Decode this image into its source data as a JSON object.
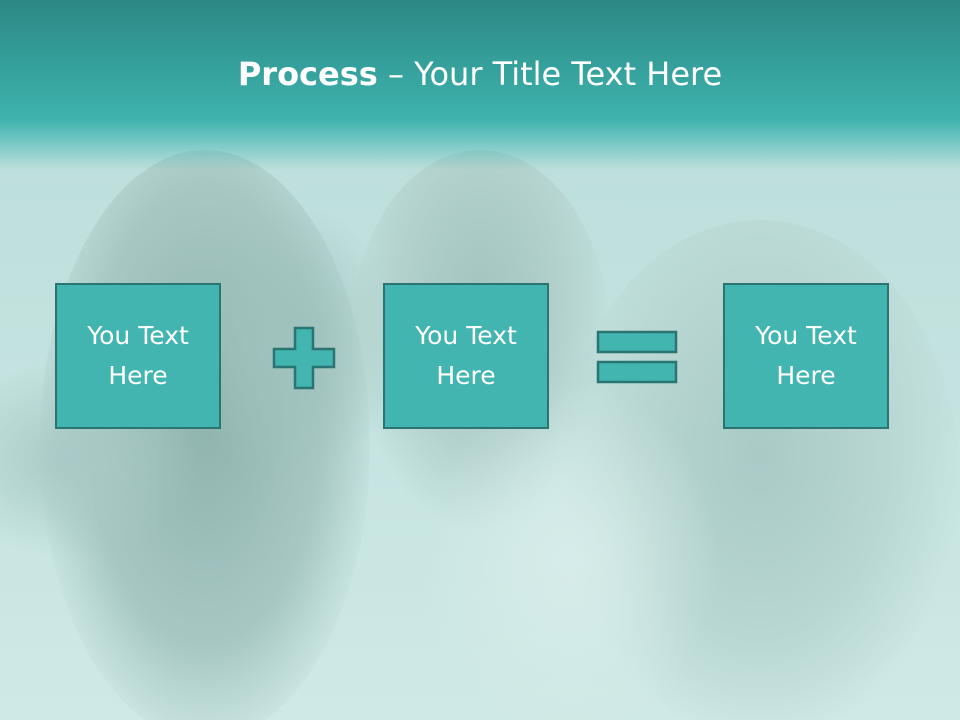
{
  "slide": {
    "title_bold": "Process",
    "title_rest": " – Your Title Text Here"
  },
  "boxes": [
    {
      "text": "You Text Here"
    },
    {
      "text": "You Text Here"
    },
    {
      "text": "You Text Here"
    }
  ],
  "operators": {
    "first": "plus-icon",
    "second": "equals-icon"
  },
  "colors": {
    "header": "#349e99",
    "box_fill": "#42b5b1",
    "box_border": "#2a7471",
    "text": "#ffffff"
  }
}
